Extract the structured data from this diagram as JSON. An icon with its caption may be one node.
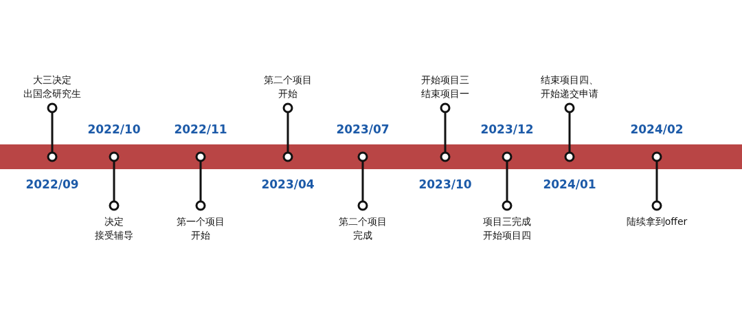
{
  "diagram": {
    "nodes": [
      {
        "text": [],
        "shape": "bar"
      },
      {
        "text": [
          "大三决定出国念研究生"
        ]
      },
      {
        "text": [
          "决定接受辅导"
        ]
      },
      {
        "text": [
          "第一个项目开始"
        ]
      },
      {
        "text": [
          "第二个项目开始"
        ]
      },
      {
        "text": [
          "第二个项目完成"
        ]
      },
      {
        "text": [
          "开始项目三结束项目一"
        ]
      },
      {
        "text": [
          "项目三完成开始项目四"
        ]
      },
      {
        "text": [
          "结束项目四、开始递交申请"
        ]
      },
      {
        "text": [
          "陆续拿到offer"
        ]
      }
    ],
    "edges": [
      {
        "from": 0,
        "to": 1,
        "arrow": "other"
      },
      {
        "from": 0,
        "to": 2,
        "arrow": "other"
      },
      {
        "from": 0,
        "to": 3,
        "arrow": "other"
      },
      {
        "from": 0,
        "to": 4,
        "arrow": "other"
      },
      {
        "from": 0,
        "to": 5,
        "arrow": "other"
      },
      {
        "from": 0,
        "to": 6,
        "arrow": "other"
      },
      {
        "from": 0,
        "to": 7,
        "arrow": "other"
      },
      {
        "from": 0,
        "to": 8,
        "arrow": "other"
      },
      {
        "from": 0,
        "to": 9,
        "arrow": "other"
      }
    ],
    "labels": [
      "2022/10",
      "2022/11",
      "2023/07",
      "2023/12",
      "2024/02",
      "2022/09",
      "2023/04",
      "2023/10",
      "2024/01"
    ]
  }
}
